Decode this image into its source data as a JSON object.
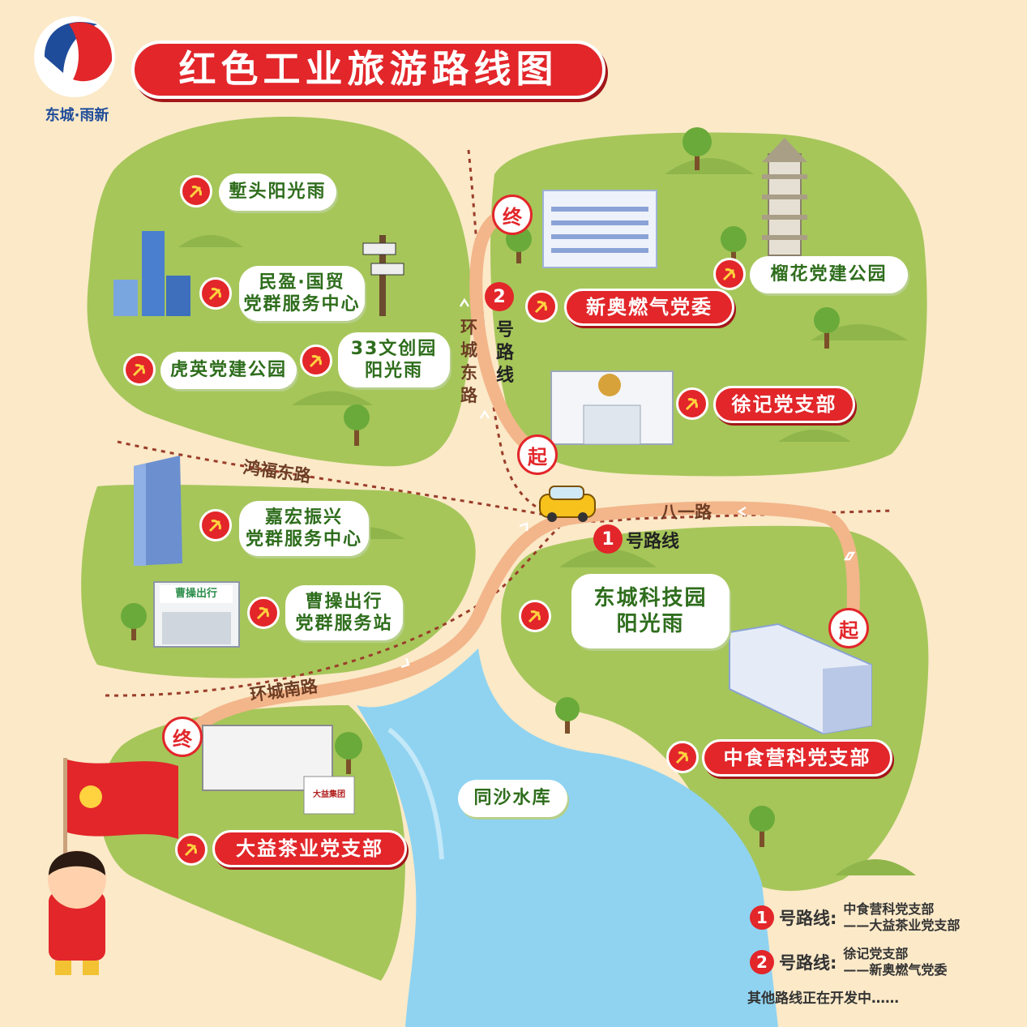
{
  "title": "红色工业旅游路线图",
  "logo": {
    "text": "东城·雨新"
  },
  "roads": {
    "honghuan_dong": "环城东路",
    "hongfu_dong": "鸿福东路",
    "bayi": "八一路",
    "huancheng_nan": "环城南路"
  },
  "route_badges": {
    "route1": {
      "num": "1",
      "label": "号路线"
    },
    "route2": {
      "num": "2",
      "label": "号路线"
    }
  },
  "markers": {
    "start": "起",
    "end": "终"
  },
  "places": {
    "zantou": "塹头阳光雨",
    "minying_line1": "民盈·国贸",
    "minying_line2": "党群服务中心",
    "huying": "虎英党建公园",
    "wenchuang_line1": "33文创园",
    "wenchuang_line2": "阳光雨",
    "liuhua": "榴花党建公园",
    "xinao": "新奥燃气党委",
    "xuji": "徐记党支部",
    "jiahong_line1": "嘉宏振兴",
    "jiahong_line2": "党群服务中心",
    "caocao_line1": "曹操出行",
    "caocao_line2": "党群服务站",
    "keji_line1": "东城科技园",
    "keji_line2": "阳光雨",
    "zhongshi": "中食营科党支部",
    "dayi": "大益茶业党支部",
    "reservoir": "同沙水库"
  },
  "buildings": {
    "caocao_sign": "曹操出行",
    "dayi_sign": "大益集团"
  },
  "legend": {
    "r1_num": "1",
    "r1_label": "号路线:",
    "r1_from": "中食营科党支部",
    "r1_to": "——大益茶业党支部",
    "r2_num": "2",
    "r2_label": "号路线:",
    "r2_from": "徐记党支部",
    "r2_to": "——新奥燃气党委",
    "footer": "其他路线正在开发中……"
  },
  "colors": {
    "background": "#fbe9c8",
    "land": "#a6c65a",
    "brand_red": "#e2262a",
    "river": "#8fd3f1",
    "route": "#f3b58a"
  }
}
